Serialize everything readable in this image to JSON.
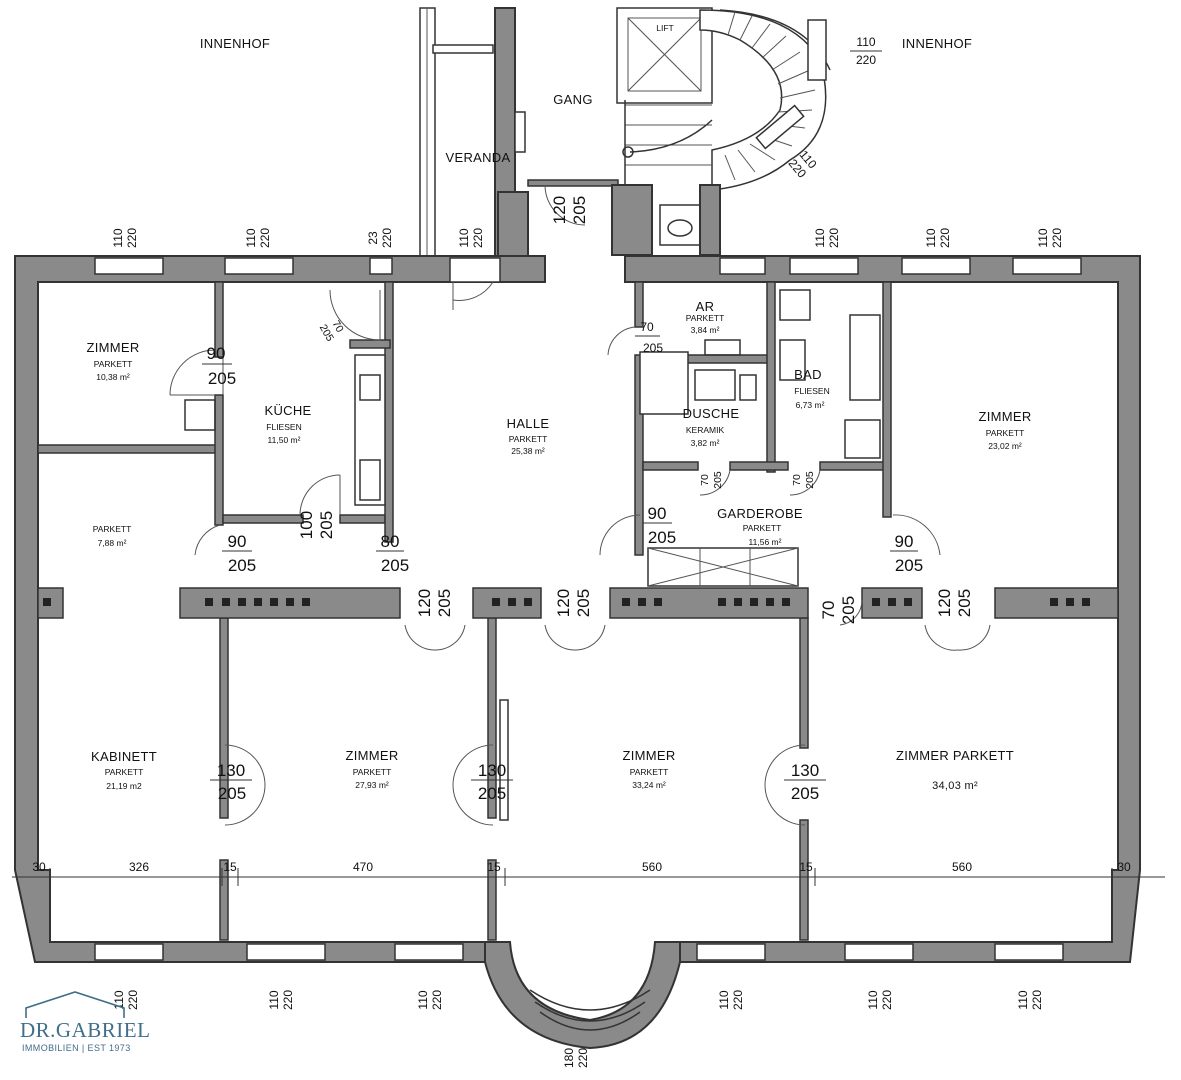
{
  "labels": {
    "innenhof_left": "INNENHOF",
    "innenhof_right": "INNENHOF",
    "gang": "GANG",
    "veranda": "VERANDA",
    "lift": "LIFT"
  },
  "rooms": {
    "zimmer_nw": {
      "name": "ZIMMER",
      "floor": "PARKETT",
      "area": "10,38 m²"
    },
    "kueche": {
      "name": "KÜCHE",
      "floor": "FLIESEN",
      "area": "11,50 m²"
    },
    "parkett_w": {
      "floor": "PARKETT",
      "area": "7,88 m²"
    },
    "halle": {
      "name": "HALLE",
      "floor": "PARKETT",
      "area": "25,38 m²"
    },
    "ar": {
      "name": "AR",
      "floor": "PARKETT",
      "area": "3,84 m²"
    },
    "dusche": {
      "name": "DUSCHE",
      "floor": "KERAMIK",
      "area": "3,82 m²"
    },
    "bad": {
      "name": "BAD",
      "floor": "FLIESEN",
      "area": "6,73 m²"
    },
    "garderobe": {
      "name": "GARDEROBE",
      "floor": "PARKETT",
      "area": "11,56 m²"
    },
    "zimmer_ne": {
      "name": "ZIMMER",
      "floor": "PARKETT",
      "area": "23,02 m²"
    },
    "kabinett": {
      "name": "KABINETT",
      "floor": "PARKETT",
      "area": "21,19 m2"
    },
    "zimmer_s1": {
      "name": "ZIMMER",
      "floor": "PARKETT",
      "area": "27,93 m²"
    },
    "zimmer_s2": {
      "name": "ZIMMER",
      "floor": "PARKETT",
      "area": "33,24 m²"
    },
    "zimmer_s3": {
      "name": "ZIMMER PARKETT",
      "area": "34,03 m²"
    }
  },
  "openings": {
    "w110": "110",
    "h220": "220",
    "w23": "23",
    "w180": "180",
    "d90": "90",
    "d205": "205",
    "d70": "70",
    "d80": "80",
    "d100": "100",
    "d120": "120",
    "d130": "130"
  },
  "measures": {
    "m30": "30",
    "m326": "326",
    "m15": "15",
    "m470": "470",
    "m560": "560"
  },
  "logo": {
    "name": "DR.GABRIEL",
    "tagline": "IMMOBILIEN | EST 1973",
    "color": "#3f6f8a"
  }
}
